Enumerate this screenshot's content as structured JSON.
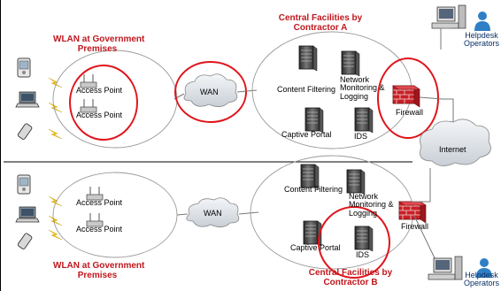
{
  "top_section": {
    "wlan_title": [
      "WLAN at Government",
      "Premises"
    ],
    "access_points": [
      "Access Point",
      "Access Point"
    ],
    "wan_label": "WAN",
    "facilities_title": [
      "Central Facilities by",
      "Contractor A"
    ],
    "services": {
      "content_filtering": "Content Filtering",
      "network_monitoring": [
        "Network",
        "Monitoring &",
        "Logging"
      ],
      "captive_portal": "Captive Portal",
      "ids": "IDS"
    },
    "firewall": "Firewall",
    "helpdesk": [
      "Helpdesk",
      "Operators"
    ]
  },
  "internet_label": "Internet",
  "bottom_section": {
    "wlan_title": [
      "WLAN at Government",
      "Premises"
    ],
    "access_points": [
      "Access Point",
      "Access Point"
    ],
    "wan_label": "WAN",
    "facilities_title": [
      "Central Facilities by",
      "Contractor B"
    ],
    "services": {
      "content_filtering": "Content Filtering",
      "network_monitoring": [
        "Network",
        "Monitoring &",
        "Logging"
      ],
      "captive_portal": "Captive Portal",
      "ids": "IDS"
    },
    "firewall": "Firewall",
    "helpdesk": [
      "Helpdesk",
      "Operators"
    ]
  },
  "colors": {
    "highlight_ring": "#e0141b",
    "title_text": "#c0171d",
    "firewall_brick": "#c82027",
    "person_icon": "#2f7fc6",
    "lightning": "#f2c400"
  }
}
